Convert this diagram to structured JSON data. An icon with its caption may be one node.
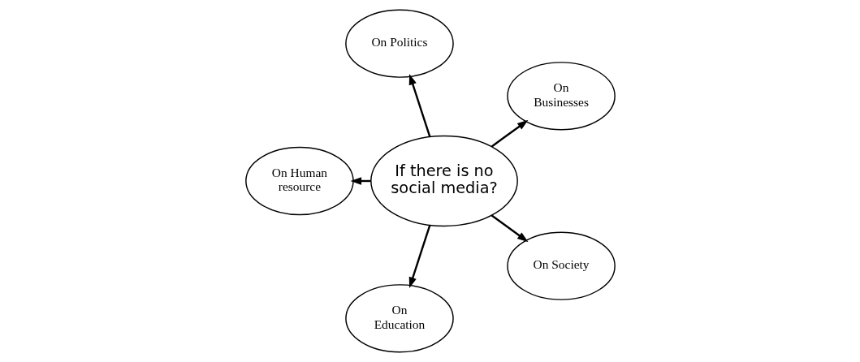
{
  "diagram": {
    "nodes": [
      {
        "text": [
          "If there is no social media?"
        ]
      },
      {
        "text": [
          "On Businesses"
        ]
      },
      {
        "text": [
          "On Politics"
        ]
      },
      {
        "text": [
          "On Human resource"
        ]
      },
      {
        "text": [
          "On Education"
        ]
      },
      {
        "text": [
          "On Society"
        ]
      }
    ],
    "edges": [
      {
        "from": 0,
        "to": 1,
        "arrow": "to"
      },
      {
        "from": 0,
        "to": 2,
        "arrow": "to"
      },
      {
        "from": 0,
        "to": 3,
        "arrow": "to"
      },
      {
        "from": 0,
        "to": 4,
        "arrow": "to"
      },
      {
        "from": 0,
        "to": 5,
        "arrow": "to"
      }
    ]
  }
}
